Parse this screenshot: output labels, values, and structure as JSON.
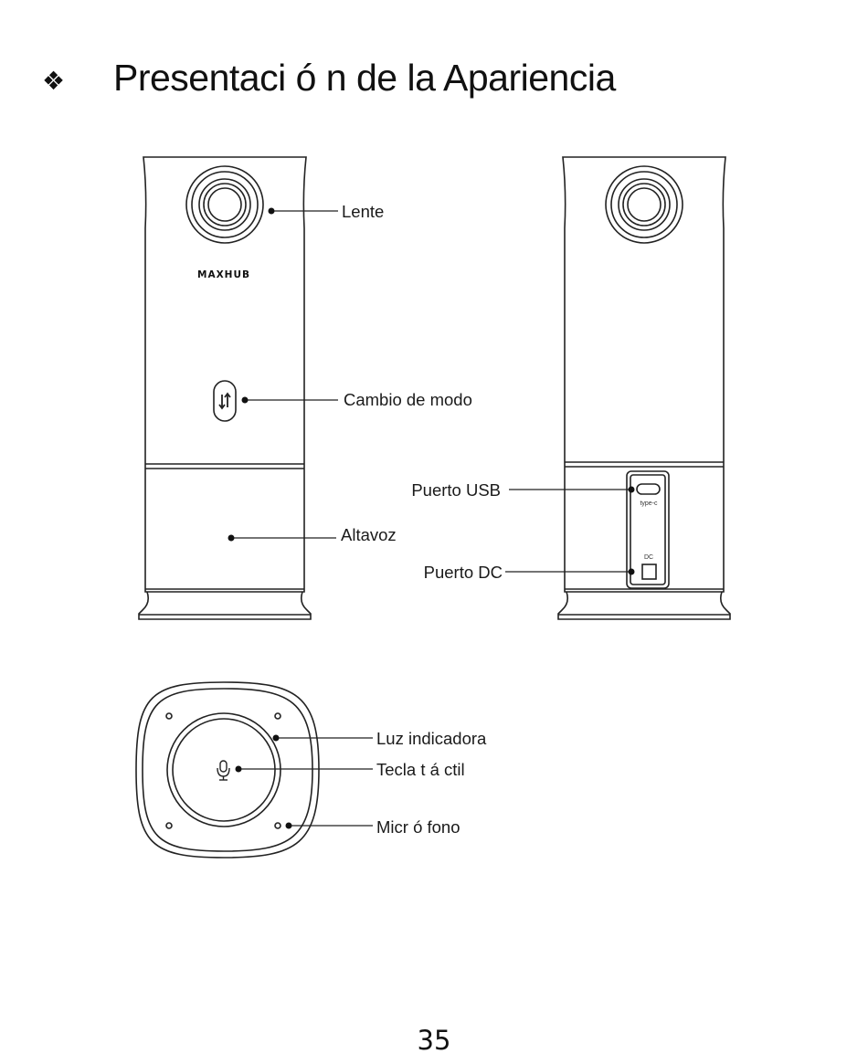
{
  "header": {
    "bullet": "❖",
    "title": "Presentaci ó n de la Apariencia"
  },
  "front_view": {
    "brand": "MAXHUB",
    "labels": {
      "lens": "Lente",
      "mode": "Cambio de modo",
      "speaker": "Altavoz"
    }
  },
  "back_view": {
    "port_typec": "type-c",
    "port_dc": "DC",
    "labels": {
      "usb": "Puerto USB",
      "dc": "Puerto DC"
    }
  },
  "top_view": {
    "labels": {
      "indicator": "Luz indicadora",
      "touch": "Tecla t á ctil",
      "mic": "Micr ó fono"
    }
  },
  "footer": {
    "page_number": "35"
  }
}
